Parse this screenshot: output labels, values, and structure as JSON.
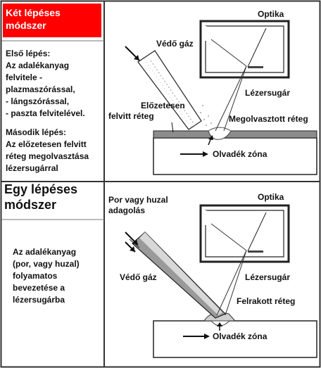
{
  "two_step": {
    "title_line1": "Két lépéses",
    "title_line2": "módszer",
    "step1_lines": [
      "Első lépés:",
      "Az adalékanyag",
      "felvitele -",
      "plazmaszórással,",
      "- lángszórással,",
      "- paszta felvitelével."
    ],
    "step2_lines": [
      "Második lépés:",
      "Az előzetesen felvitt",
      "réteg megolvasztása",
      "lézersugárral"
    ],
    "diagram": {
      "shield_gas": "Védő gáz",
      "optics": "Optika",
      "laser_beam": "Lézersugár",
      "preapplied_line1": "Előzetesen",
      "preapplied_line2": "felvitt réteg",
      "melted_layer": "Megolvasztott réteg",
      "melt_zone": "Olvadék zóna"
    }
  },
  "one_step": {
    "title_line1": "Egy lépéses",
    "title_line2": "módszer",
    "description_lines": [
      "Az adalékanyag",
      "(por, vagy huzal)",
      "folyamatos",
      "bevezetése a",
      "lézersugárba"
    ],
    "diagram": {
      "feed_line1": "Por vagy huzal",
      "feed_line2": "adagolás",
      "optics": "Optika",
      "shield_gas": "Védő gáz",
      "laser_beam": "Lézersugár",
      "deposited_layer": "Felrakott réteg",
      "melt_zone": "Olvadék zóna"
    }
  },
  "colors": {
    "title_red": "#ff0000",
    "layer_gray": "#8c8c8c",
    "nozzle_gray": "#9a9a9a"
  }
}
